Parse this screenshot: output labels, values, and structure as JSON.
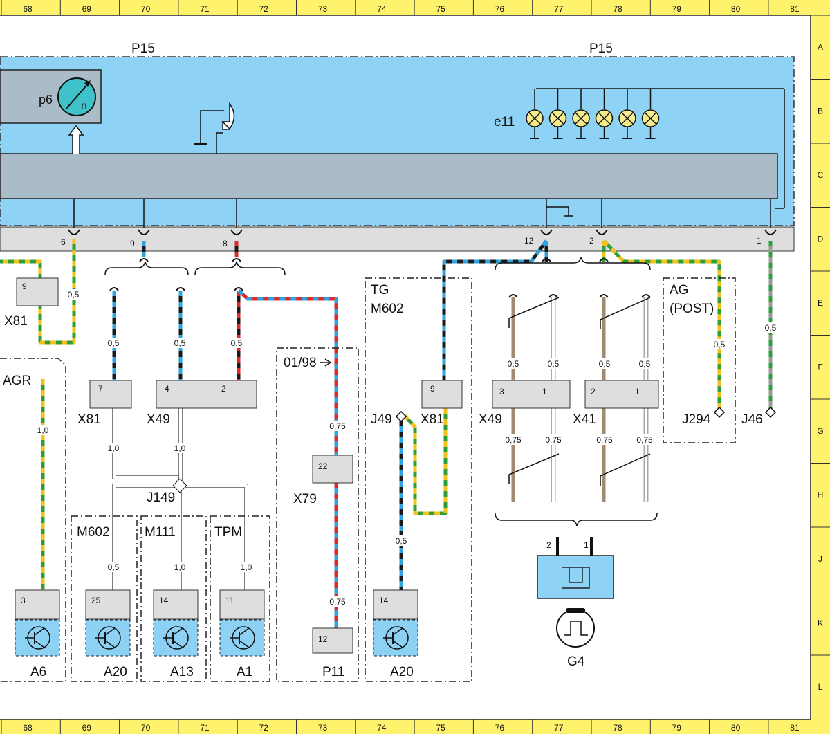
{
  "frame": {
    "columns": [
      "68",
      "69",
      "70",
      "71",
      "72",
      "73",
      "74",
      "75",
      "76",
      "77",
      "78",
      "79",
      "80",
      "81"
    ],
    "rows": [
      "A",
      "B",
      "C",
      "D",
      "E",
      "F",
      "G",
      "H",
      "J",
      "K",
      "L"
    ]
  },
  "panel": {
    "label_left": "P15",
    "label_right": "P15"
  },
  "gauge": {
    "label": "p6",
    "symbol": "n"
  },
  "lamps": {
    "label": "e11",
    "count": 6
  },
  "pins": {
    "p6": "6",
    "p9": "9",
    "p8": "8",
    "p11": "12",
    "p2": "2",
    "p1": "1",
    "x81a": "9",
    "x81b": "7",
    "x49a": "4",
    "x49a2": "2",
    "x81c": "9",
    "x49b_a": "3",
    "x49b_b": "1",
    "x41_a": "2",
    "x41_b": "1",
    "x79": "22",
    "a6": "3",
    "a20a": "25",
    "a13": "14",
    "a1": "11",
    "a20b": "14",
    "g4_2": "2",
    "g4_1": "1"
  },
  "sizes": {
    "s1": "0,5",
    "s2": "0,5",
    "s3": "0,5",
    "s4": "0,5",
    "s5": "1,0",
    "s6": "1,0",
    "s7": "0,5",
    "s8": "1,0",
    "s9": "1,0",
    "s10": "0,75",
    "s11": "0,75",
    "s12": "1,0",
    "s13": "0,5",
    "s14": "0,5",
    "s15": "0,5",
    "s16": "0,5",
    "s17": "0,5",
    "s18": "0,75",
    "s19": "0,75",
    "s20": "0,75",
    "s21": "0,75",
    "s22": "0,5",
    "s23": "0,5"
  },
  "connectors": {
    "x81a": "X81",
    "x81b": "X81",
    "x49a": "X49",
    "x81c": "X81",
    "x49b": "X49",
    "x41": "X41",
    "x79": "X79",
    "j49": "J49",
    "j149": "J149",
    "j294": "J294",
    "j46": "J46"
  },
  "groups": {
    "agr": "AGR",
    "m602a": "M602",
    "m111": "M111",
    "tpm": "TPM",
    "mod": "01/98",
    "tg1": "TG",
    "tg2": "M602",
    "ag1": "AG",
    "ag2": "(POST)"
  },
  "components": {
    "a6": "A6",
    "a20a": "A20",
    "a13": "A13",
    "a1": "A1",
    "p11": "P11",
    "a20b": "A20",
    "g4": "G4"
  },
  "colors": {
    "panel": "#8ed3f5",
    "bar": "#a9bcc8",
    "frame": "#fff36e",
    "connector_bg": "#dedede",
    "sensor_bg": "#8ed3f5",
    "lamp": "#f7ec8c",
    "wire_black": "#1a1a1a",
    "wire_blue": "#2fa3e0",
    "wire_red": "#e02a2a",
    "wire_green": "#2e9d3c",
    "wire_yellow": "#f2c21b",
    "wire_brown": "#a28a72",
    "wire_white": "#ffffff",
    "wire_gray": "#9a9a9a"
  }
}
